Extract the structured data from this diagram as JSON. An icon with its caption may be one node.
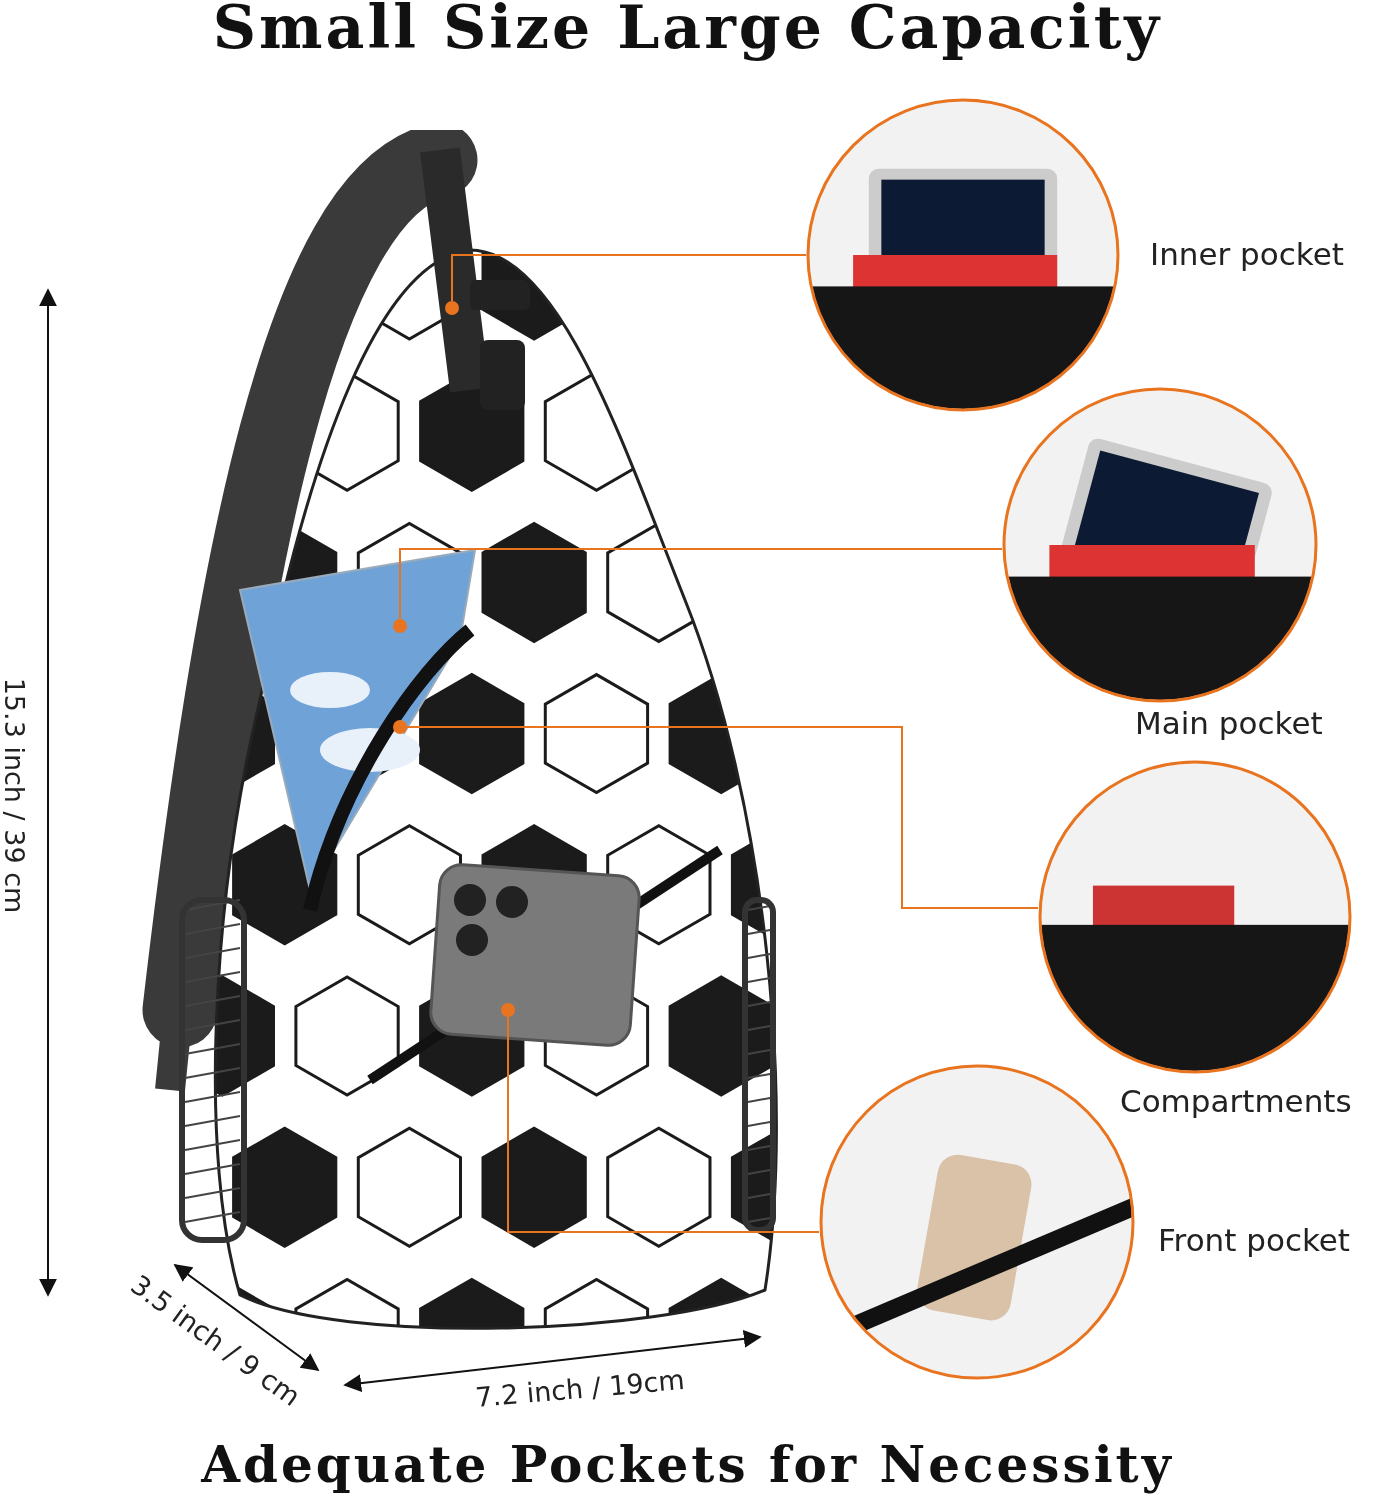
{
  "diagram": {
    "title": "Small Size Large Capacity",
    "caption": "Adequate Pockets for Necessity",
    "nodes": [
      {
        "text": [],
        "shape": "picture"
      },
      {
        "text": [],
        "shape": "circle",
        "in": 0
      },
      {
        "text": [],
        "shape": "circle",
        "in": 0
      },
      {
        "text": [],
        "shape": "circle",
        "in": 0
      },
      {
        "text": [],
        "shape": "circle",
        "in": 0
      },
      {
        "text": [
          "Inner pocket"
        ]
      },
      {
        "text": [
          "Main pocket"
        ]
      },
      {
        "text": [
          "Compartments"
        ]
      },
      {
        "text": [
          "Front pocket"
        ]
      }
    ],
    "edges": [
      {
        "from": 1,
        "to": 5,
        "arrow": "none"
      },
      {
        "from": 2,
        "to": 6,
        "arrow": "none"
      },
      {
        "from": 3,
        "to": 7,
        "arrow": "none"
      },
      {
        "from": 4,
        "to": 8,
        "arrow": "none"
      }
    ],
    "labels": [
      "15.3 inch / 39 cm",
      "3.5 inch / 9 cm",
      "7.2 inch / 19cm"
    ]
  }
}
